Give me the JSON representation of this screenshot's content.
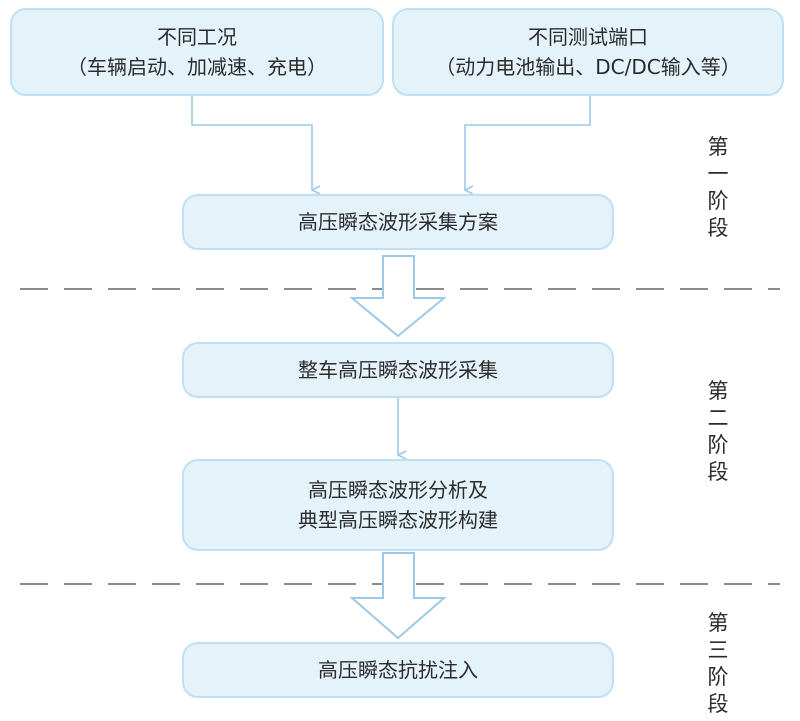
{
  "top_inputs": [
    {
      "line1": "不同工况",
      "line2": "（车辆启动、加减速、充电）"
    },
    {
      "line1": "不同测试端口",
      "line2": "（动力电池输出、DC/DC输入等）"
    }
  ],
  "steps": {
    "collection_scheme": "高压瞬态波形采集方案",
    "vehicle_collection": "整车高压瞬态波形采集",
    "analysis_line1": "高压瞬态波形分析及",
    "analysis_line2": "典型高压瞬态波形构建",
    "injection": "高压瞬态抗扰注入"
  },
  "stages": [
    [
      "第",
      "一",
      "阶",
      "段"
    ],
    [
      "第",
      "二",
      "阶",
      "段"
    ],
    [
      "第",
      "三",
      "阶",
      "段"
    ]
  ],
  "colors": {
    "box_fill": "#e4f2fa",
    "box_border": "#bfe0f3",
    "arrow": "#9cc9e6",
    "dash": "#8a8a8a"
  }
}
